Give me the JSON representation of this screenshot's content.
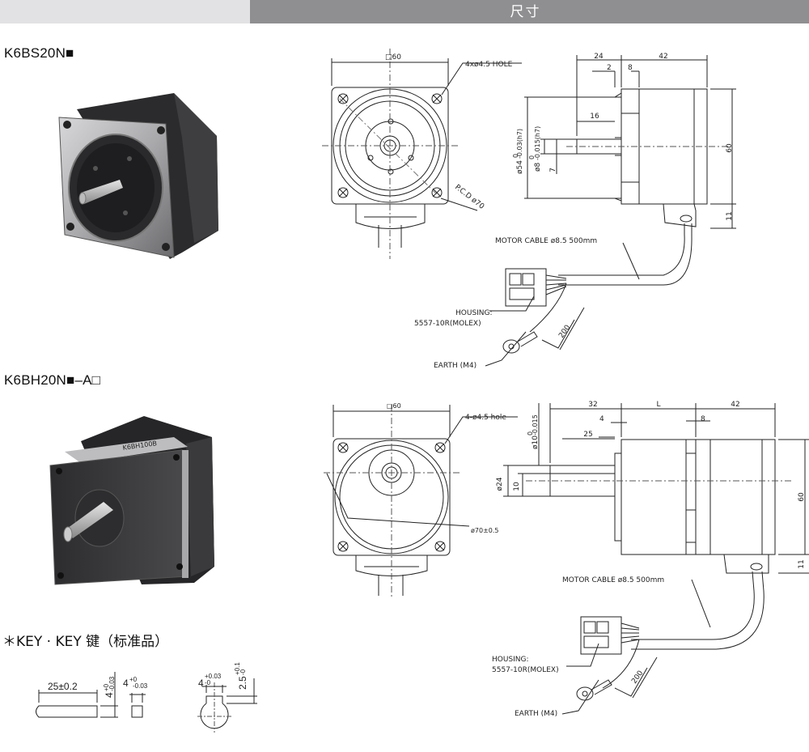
{
  "header": {
    "title": "尺寸"
  },
  "models": {
    "m1": "K6BS20N■",
    "m2": "K6BH20N■–A□"
  },
  "drawing1": {
    "square": "□60",
    "hole": "4xø4.5 HOLE",
    "pcd": "P.C.D ø70",
    "dim24": "24",
    "dim42": "42",
    "dim2": "2",
    "dim8": "8",
    "dim16": "16",
    "dim60": "60",
    "dim11": "11",
    "dim7": "7",
    "dia54": "ø54",
    "dia54_tol": "-0.03(h7)",
    "dia54_upper": "0",
    "dia8": "ø8",
    "dia8_tol": "-0.015(h7)",
    "dia8_upper": "0",
    "cable": "MOTOR CABLE ø8.5 500mm",
    "housing1": "HOUSING:",
    "housing2": "5557-10R(MOLEX)",
    "dim200": "200",
    "earth": "EARTH (M4)"
  },
  "drawing2": {
    "square": "□60",
    "hole": "4-ø4.5 hole",
    "dia70": "ø70±0.5",
    "dim32": "32",
    "dimL": "L",
    "dim42": "42",
    "dim4": "4",
    "dim8": "8",
    "dim25": "25",
    "dim60": "60",
    "dim11": "11",
    "dia24": "ø24",
    "dim10": "10",
    "dia10": "ø10",
    "dia10_tol": "-0.015",
    "dia10_upper": "0",
    "cable": "MOTOR CABLE ø8.5 500mm",
    "housing1": "HOUSING:",
    "housing2": "5557-10R(MOLEX)",
    "dim200": "200",
    "earth": "EARTH (M4)"
  },
  "key": {
    "title": "＊KEY · KEY 键（标准品）",
    "len": "25±0.2",
    "h4": "4",
    "h4_tol_up": "+0",
    "h4_tol_dn": "-0.03",
    "w4": "4",
    "w4_tol_up": "+0",
    "w4_tol_dn": "-0.03",
    "s4": "4",
    "s4_tol_up": "+0.03",
    "s4_tol_dn": "-0",
    "d25": "2.5",
    "d25_tol_up": "+0.1",
    "d25_tol_dn": "-0"
  },
  "colors": {
    "header_dark": "#8f8f92",
    "header_light": "#e2e2e4",
    "line": "#222222",
    "motor_body": "#3c3c3e"
  }
}
